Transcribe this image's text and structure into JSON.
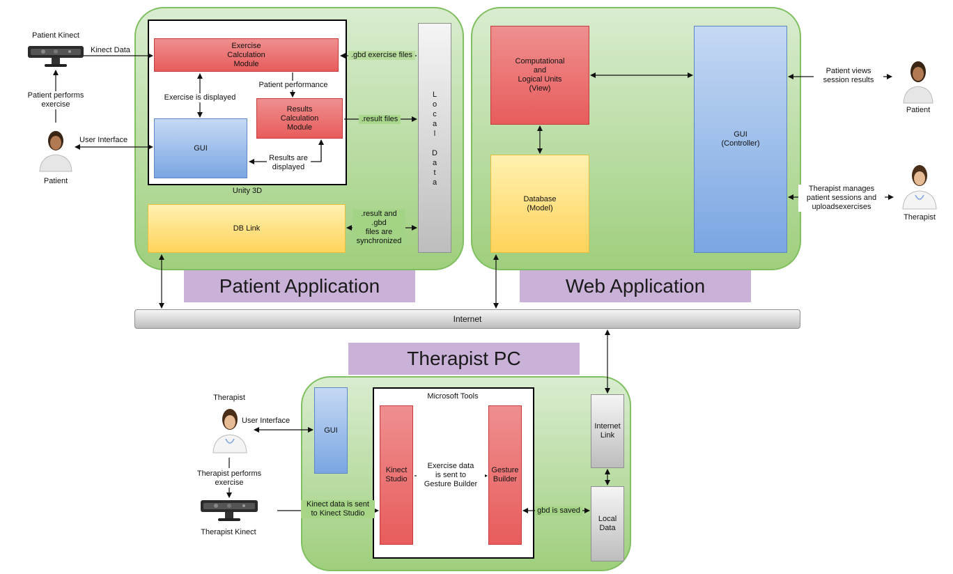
{
  "patient_application": {
    "banner": "Patient  Application",
    "unity_label": "Unity 3D",
    "exercise_calc": "Exercise\nCalculation\nModule",
    "results_calc": "Results\nCalculation\nModule",
    "gui": "GUI",
    "db_link": "DB Link",
    "local_data": "Local Data",
    "lbl_exercise_displayed": "Exercise is displayed",
    "lbl_patient_performance": "Patient performance",
    "lbl_results_displayed": "Results are\ndisplayed",
    "lbl_gbd_files": ".gbd exercise files",
    "lbl_result_files": ".result files",
    "lbl_sync": ".result and\n.gbd\nfiles are\nsynchronized"
  },
  "patient_side": {
    "kinect_title": "Patient Kinect",
    "kinect_data": "Kinect Data",
    "performs": "Patient performs\nexercise",
    "user_interface": "User Interface",
    "patient": "Patient"
  },
  "web_application": {
    "banner": "Web Application",
    "computational": "Computational\nand\nLogical    Units\n(View)",
    "database": "Database\n(Model)",
    "gui": "GUI\n(Controller)"
  },
  "web_side": {
    "patient_views": "Patient views\nsession results",
    "patient": "Patient",
    "therapist_manages": "Therapist manages\npatient sessions and\nuploadsexercises",
    "therapist": "Therapist"
  },
  "internet": "Internet",
  "therapist_pc": {
    "banner": "Therapist PC",
    "gui": "GUI",
    "ms_tools": "Microsoft Tools",
    "kinect_studio": "Kinect\nStudio",
    "gesture_builder": "Gesture\nBuilder",
    "exercise_sent": "Exercise data\nis sent to\nGesture Builder",
    "internet_link": "Internet\nLink",
    "local_data": "Local\nData",
    "gbd_saved": "gbd is saved",
    "kinect_sent": "Kinect data is sent\nto Kinect Studio"
  },
  "therapist_side": {
    "therapist": "Therapist",
    "user_interface": "User Interface",
    "performs": "Therapist performs\nexercise",
    "kinect": "Therapist Kinect"
  }
}
